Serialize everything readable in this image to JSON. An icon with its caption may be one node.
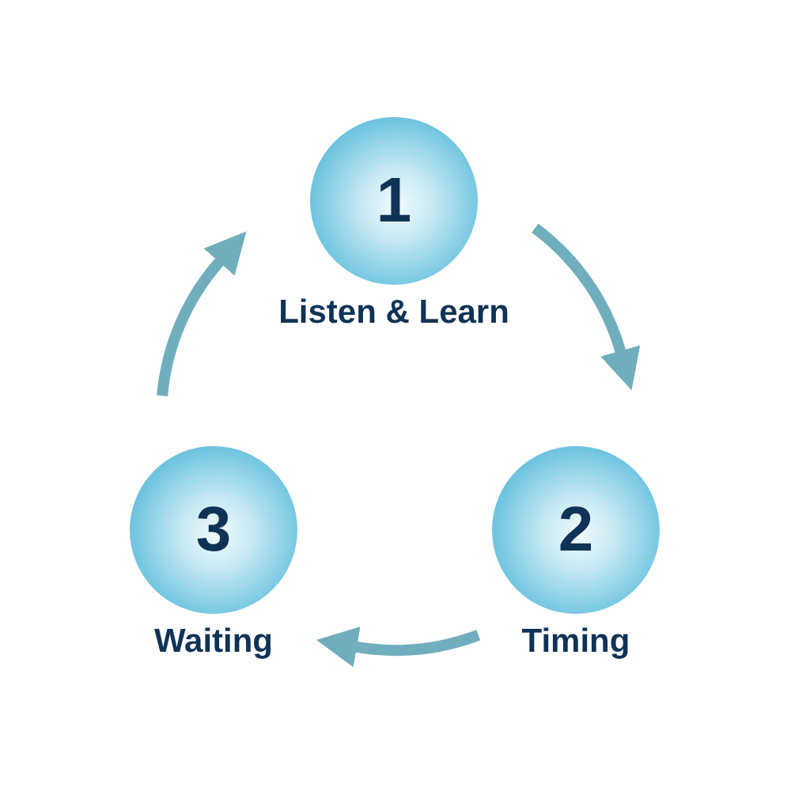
{
  "diagram": {
    "nodes": [
      {
        "text": [
          "1",
          "Listen & Learn"
        ]
      },
      {
        "text": [
          "3",
          "Waiting"
        ]
      },
      {
        "text": [
          "2",
          "Timing"
        ]
      }
    ],
    "edges": [
      {
        "from": 0,
        "to": 2,
        "arrow": "to"
      },
      {
        "from": 2,
        "to": 1,
        "arrow": "to"
      },
      {
        "from": 1,
        "to": 0,
        "arrow": "to"
      }
    ]
  }
}
